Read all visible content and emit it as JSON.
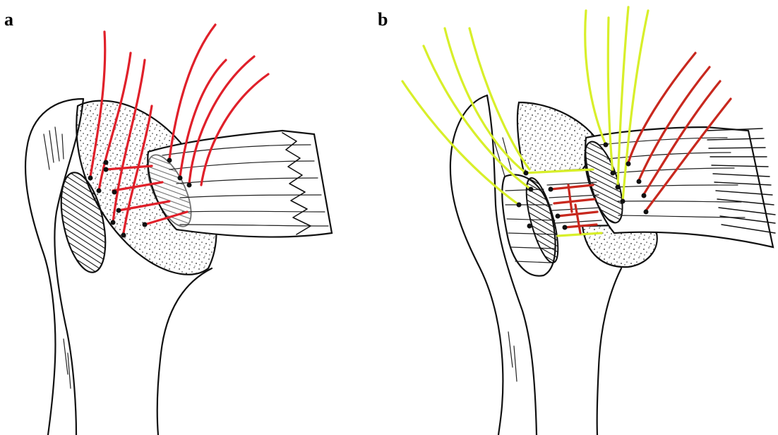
{
  "panels": [
    {
      "id": "a",
      "label": "a"
    },
    {
      "id": "b",
      "label": "b"
    }
  ],
  "colors": {
    "ink": "#111111",
    "suture_red": "#e0202a",
    "suture_red_dark": "#c8281e",
    "suture_yellow": "#d8ef2a",
    "background": "#ffffff"
  }
}
